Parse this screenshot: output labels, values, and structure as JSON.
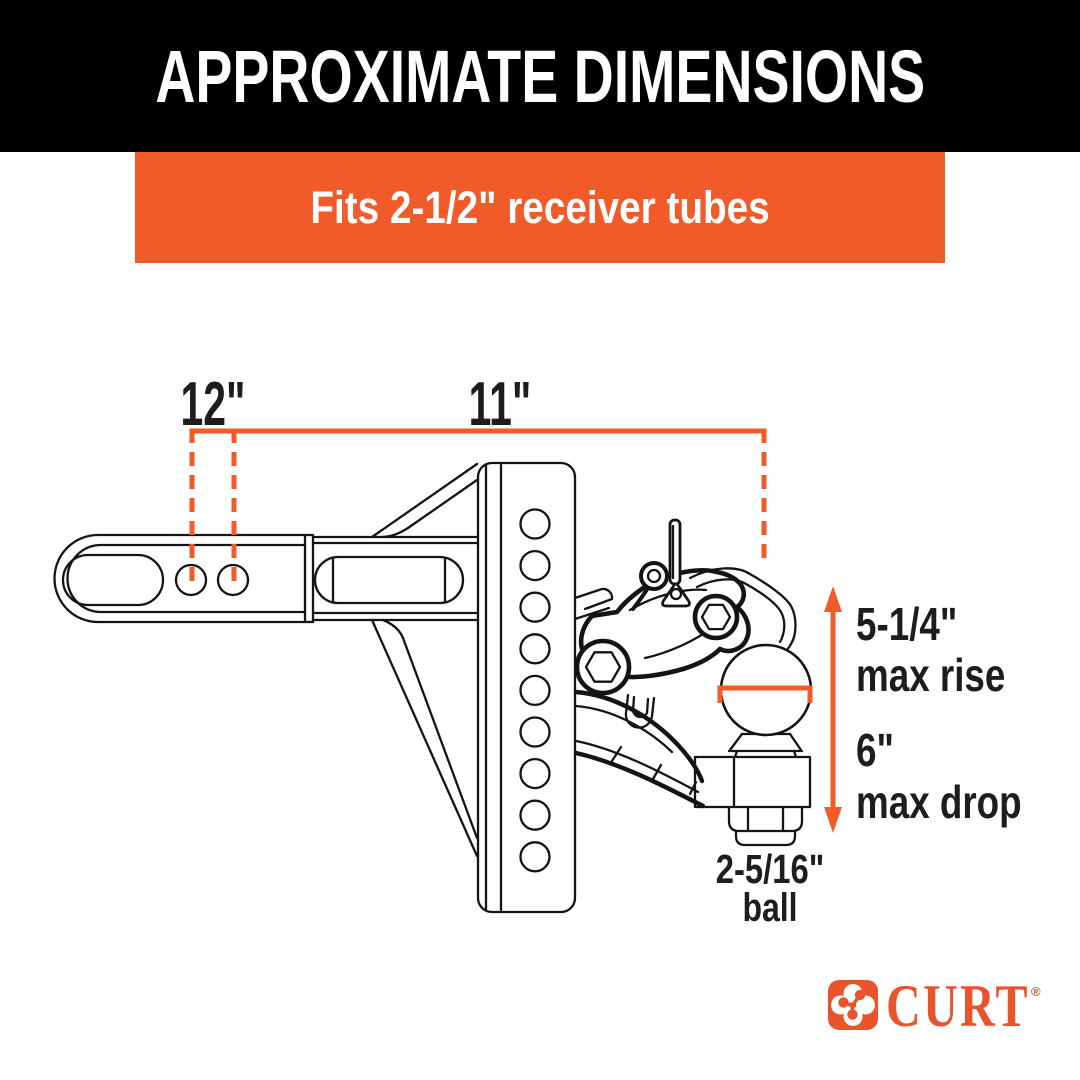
{
  "header": {
    "title": "APPROXIMATE DIMENSIONS"
  },
  "banner": {
    "text": "Fits 2-1/2\" receiver tubes"
  },
  "dimensions": {
    "shank_holes": "12\"",
    "overall_length": "11\"",
    "max_rise_value": "5-1/4\"",
    "max_rise_label": "max rise",
    "max_drop_value": "6\"",
    "max_drop_label": "max drop",
    "ball_value": "2-5/16\"",
    "ball_label": "ball"
  },
  "logo": {
    "brand": "CURT",
    "registered_mark": "®"
  },
  "colors": {
    "header_bg": "#000000",
    "banner_bg": "#F15A29",
    "dimension_accent": "#F15A29",
    "logo_orange": "#E8542C",
    "line_art": "#141414",
    "text_dark": "#1d1d1d",
    "background": "#ffffff"
  }
}
